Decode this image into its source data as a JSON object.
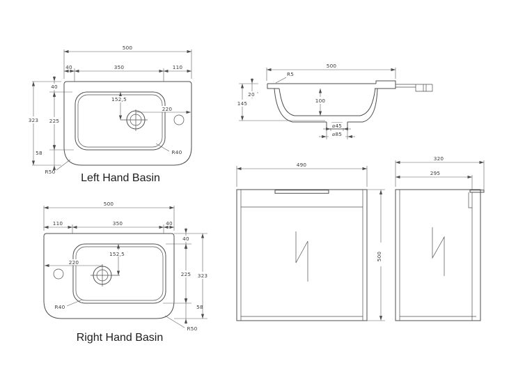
{
  "left_basin": {
    "title": "Left Hand Basin",
    "overall_width": "500",
    "offset_left": "40",
    "bowl_width": "350",
    "offset_right": "110",
    "overall_depth": "323",
    "inset_top": "40",
    "bowl_length": "225",
    "inset_bottom": "58",
    "tap_setback": "152,5",
    "tap_to_edge": "220",
    "radius_outer": "R50",
    "radius_bowl": "R40"
  },
  "section": {
    "overall_width": "500",
    "rim_radius": "R5",
    "rim_height": "20",
    "overall_height": "145",
    "bowl_depth": "100",
    "waste_dia": "⌀45",
    "waste_flange_dia": "⌀85"
  },
  "right_basin": {
    "title": "Right Hand Basin",
    "overall_width": "500",
    "offset_left": "110",
    "bowl_width": "350",
    "offset_right": "40",
    "overall_depth": "323",
    "inset_top": "40",
    "bowl_length": "225",
    "inset_bottom": "58",
    "tap_setback": "152,5",
    "tap_to_edge": "220",
    "radius_outer": "R50",
    "radius_bowl": "R40"
  },
  "cabinet_front": {
    "width": "490",
    "height": "500"
  },
  "cabinet_side": {
    "depth_overall": "320",
    "depth_body": "295"
  }
}
